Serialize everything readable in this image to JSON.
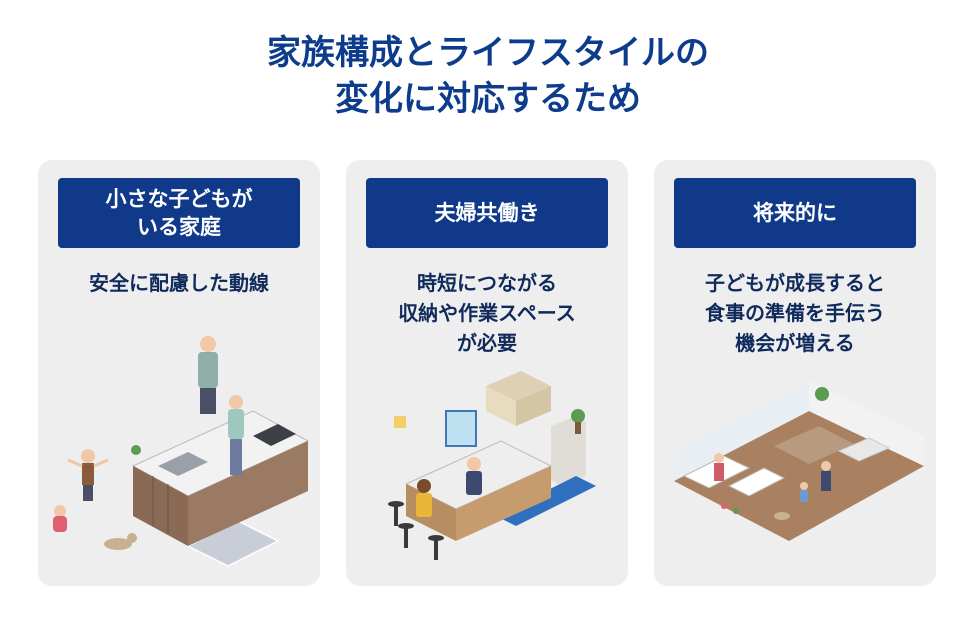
{
  "header": {
    "title_line1": "家族構成とライフスタイルの",
    "title_line2": "変化に対応するため"
  },
  "cards": [
    {
      "badge_lines": [
        "小さな子どもが",
        "いる家庭"
      ],
      "desc_lines": [
        "安全に配慮した動線"
      ],
      "illustration": "kitchen-with-family-icon"
    },
    {
      "badge_lines": [
        "夫婦共働き"
      ],
      "desc_lines": [
        "時短につながる",
        "収納や作業スペース",
        "が必要"
      ],
      "illustration": "kitchen-counter-couple-icon"
    },
    {
      "badge_lines": [
        "将来的に"
      ],
      "desc_lines": [
        "子どもが成長すると",
        "食事の準備を手伝う",
        "機会が増える"
      ],
      "illustration": "living-dining-room-icon"
    }
  ],
  "colors": {
    "title": "#0d3c8c",
    "badge_bg": "#10398a",
    "card_bg": "#eeeeee",
    "desc_text": "#102a5c"
  }
}
